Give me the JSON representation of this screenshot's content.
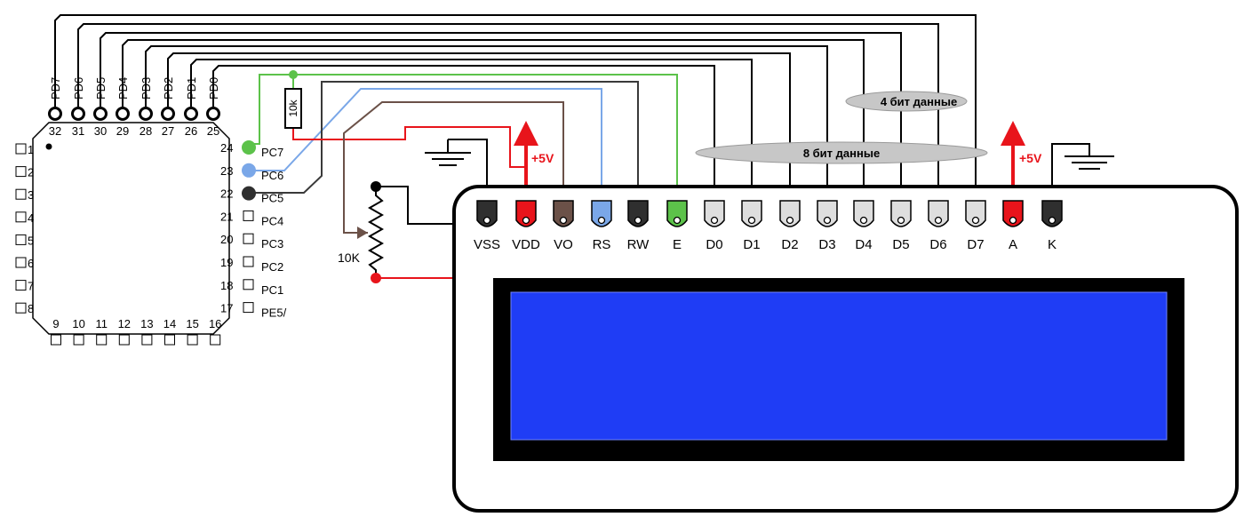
{
  "colors": {
    "wire": "#000000",
    "vcc": "#e8141b",
    "contrast": "#6b5148",
    "rs": "#7aa7e8",
    "rw": "#2f2f2f",
    "enable": "#5cc24a",
    "data_pin_fill": "#dedede",
    "lcd_bezel": "#000000",
    "lcd_screen": "#1f3df5",
    "ellipse_fill": "#c7c7c7"
  },
  "mcu": {
    "top_pins": [
      {
        "num": "32",
        "label": "PD7"
      },
      {
        "num": "31",
        "label": "PD6"
      },
      {
        "num": "30",
        "label": "PD5"
      },
      {
        "num": "29",
        "label": "PD4"
      },
      {
        "num": "28",
        "label": "PD3"
      },
      {
        "num": "27",
        "label": "PD2"
      },
      {
        "num": "26",
        "label": "PD1"
      },
      {
        "num": "25",
        "label": "PD0"
      }
    ],
    "left_pins": [
      "1",
      "2",
      "3",
      "4",
      "5",
      "6",
      "7",
      "8"
    ],
    "bottom_pins": [
      "9",
      "10",
      "11",
      "12",
      "13",
      "14",
      "15",
      "16"
    ],
    "right_pins": [
      {
        "num": "24",
        "label": "PC7"
      },
      {
        "num": "23",
        "label": "PC6"
      },
      {
        "num": "22",
        "label": "PC5"
      },
      {
        "num": "21",
        "label": "PC4"
      },
      {
        "num": "20",
        "label": "PC3"
      },
      {
        "num": "19",
        "label": "PC2"
      },
      {
        "num": "18",
        "label": "PC1"
      },
      {
        "num": "17",
        "label": "PE5/"
      }
    ]
  },
  "resistor": {
    "label": "10k"
  },
  "potentiometer": {
    "label": "10K"
  },
  "power": {
    "lcd_vdd": "+5V",
    "backlight": "+5V"
  },
  "lcd": {
    "pins": [
      "VSS",
      "VDD",
      "VO",
      "RS",
      "RW",
      "E",
      "D0",
      "D1",
      "D2",
      "D3",
      "D4",
      "D5",
      "D6",
      "D7",
      "A",
      "K"
    ]
  },
  "annotations": {
    "four_bit": "4 бит данные",
    "eight_bit": "8 бит данные"
  }
}
